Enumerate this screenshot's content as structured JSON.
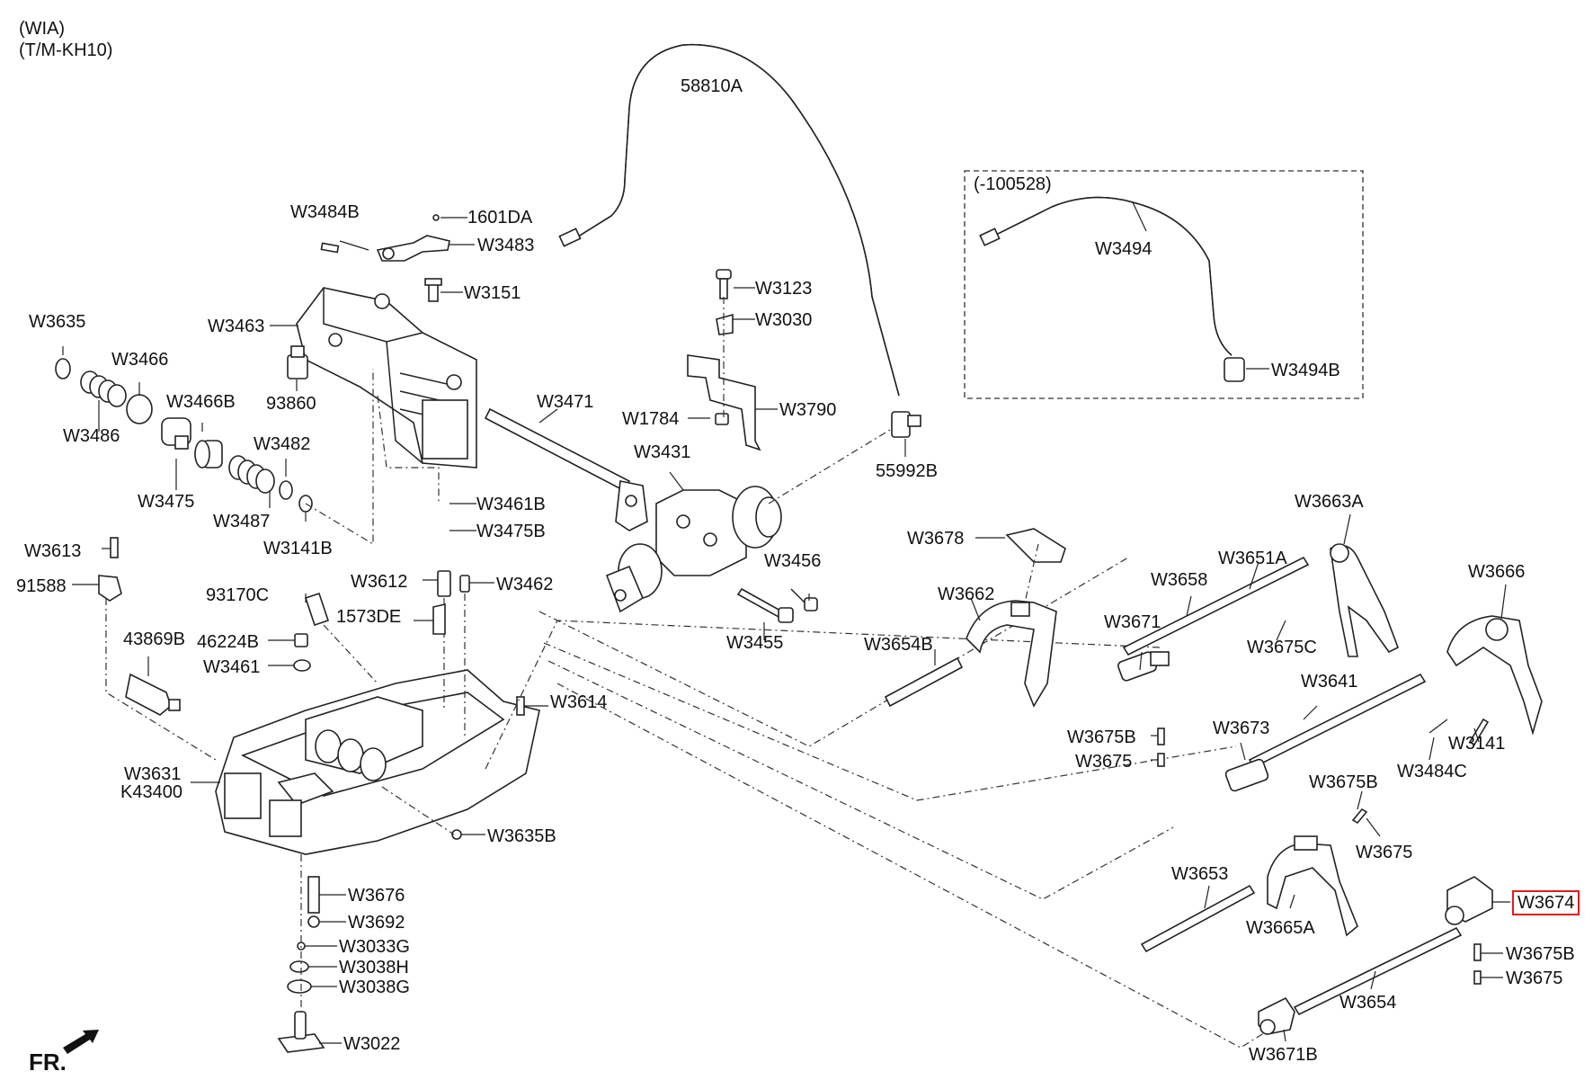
{
  "header": {
    "line1": "(WIA)",
    "line2": "(T/M-KH10)"
  },
  "inset": {
    "label": "(-100528)"
  },
  "front_marker": "FR.",
  "highlight_color": "#e21b1b",
  "labels": {
    "p58810A": "58810A",
    "p1601DA": "1601DA",
    "pW3484B": "W3484B",
    "pW3483": "W3483",
    "pW3151": "W3151",
    "pW3463": "W3463",
    "pW3635": "W3635",
    "pW3466": "W3466",
    "p93860": "93860",
    "pW3466B": "W3466B",
    "pW3486": "W3486",
    "pW3482": "W3482",
    "pW3475": "W3475",
    "pW3487": "W3487",
    "pW3141B": "W3141B",
    "pW3471": "W3471",
    "pW3461B": "W3461B",
    "pW3475B": "W3475B",
    "pW3123": "W3123",
    "pW3030": "W3030",
    "pW1784": "W1784",
    "pW3790": "W3790",
    "pW3431": "W3431",
    "p55992B": "55992B",
    "pW3494": "W3494",
    "pW3494B": "W3494B",
    "pW3613": "W3613",
    "p91588": "91588",
    "p93170C": "93170C",
    "pW3612": "W3612",
    "pW3462": "W3462",
    "p1573DE": "1573DE",
    "pW3456": "W3456",
    "pW3455": "W3455",
    "p43869B": "43869B",
    "p46224B": "46224B",
    "pW3461": "W3461",
    "pW3614": "W3614",
    "pW3631": "W3631",
    "pK43400": "K43400",
    "pW3635B": "W3635B",
    "pW3676": "W3676",
    "pW3692": "W3692",
    "pW3033G": "W3033G",
    "pW3038H": "W3038H",
    "pW3038G": "W3038G",
    "pW3022": "W3022",
    "pW3678": "W3678",
    "pW3662": "W3662",
    "pW3654B": "W3654B",
    "pW3663A": "W3663A",
    "pW3658": "W3658",
    "pW3651A": "W3651A",
    "pW3671": "W3671",
    "pW3675C": "W3675C",
    "pW3666": "W3666",
    "pW3641": "W3641",
    "pW3675B_a": "W3675B",
    "pW3675_a": "W3675",
    "pW3673": "W3673",
    "pW3141": "W3141",
    "pW3484C": "W3484C",
    "pW3675B_b": "W3675B",
    "pW3675_b": "W3675",
    "pW3653": "W3653",
    "pW3665A": "W3665A",
    "pW3674": "W3674",
    "pW3675B_c": "W3675B",
    "pW3675_c": "W3675",
    "pW3654": "W3654",
    "pW3671B": "W3671B"
  }
}
